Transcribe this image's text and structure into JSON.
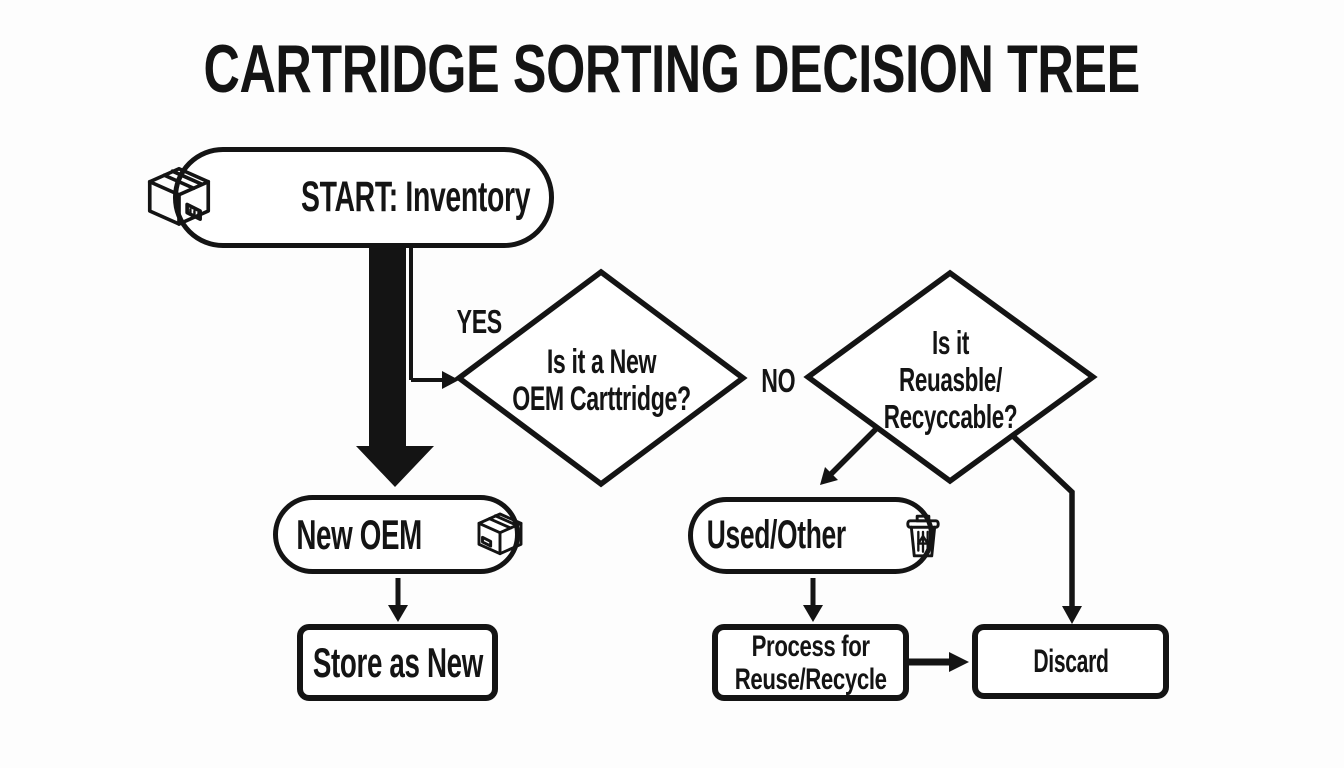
{
  "title": "CARTRIDGE SORTING DECISION TREE",
  "colors": {
    "ink": "#141414",
    "background": "#fdfdfd",
    "node_fill": "#ffffff"
  },
  "nodes": {
    "start": {
      "label": "START: Inventory",
      "icon": "package-box-icon"
    },
    "decision_new_oem": {
      "lines": [
        "Is it a New",
        "OEM Carttridge?"
      ]
    },
    "decision_reusable": {
      "lines": [
        "Is it",
        "Reuasble/",
        "Recyccable?"
      ]
    },
    "new_oem": {
      "label": "New OEM",
      "icon": "package-box-icon"
    },
    "used_other": {
      "label": "Used/Other",
      "icon": "trash-can-icon"
    },
    "store_as_new": {
      "label": "Store as New"
    },
    "process_reuse": {
      "lines": [
        "Process for",
        "Reuse/Recycle"
      ]
    },
    "discard": {
      "label": "Discard"
    }
  },
  "edge_labels": {
    "yes": "YES",
    "no": "NO"
  }
}
